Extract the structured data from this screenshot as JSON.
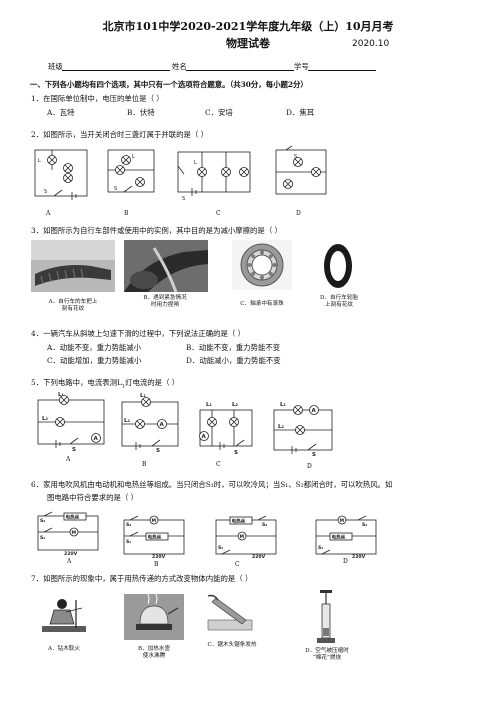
{
  "header": {
    "title": "北京市101中学2020-2021学年度九年级（上）10月月考",
    "subject": "物理试卷",
    "date": "2020.10",
    "class_label": "班级",
    "name_label": "姓名",
    "id_label": "学号"
  },
  "section1": {
    "heading": "一、下列各小题均有四个选项，其中只有一个选项符合题意。（共30分，每小题2分）"
  },
  "q1": {
    "stem": "1．在国际单位制中，电压的单位是（    ）",
    "options": [
      "A．瓦特",
      "B．伏特",
      "C．安培",
      "D．焦耳"
    ]
  },
  "q2": {
    "stem": "2．如图所示，当开关闭合时三盏灯属于并联的是（    ）",
    "labels": [
      "A",
      "B",
      "C",
      "D"
    ]
  },
  "q3": {
    "stem": "3．如图所示为自行车部件或使用中的实例，其中目的是为减小摩擦的是（    ）",
    "captions": [
      [
        "A．自行车的车把上",
        "刻有花纹"
      ],
      [
        "B．遇到紧急情况",
        "时用力捏闸"
      ],
      [
        "C．轴承中有滚珠"
      ],
      [
        "D．自行车轮胎",
        "上刻有花纹"
      ]
    ]
  },
  "q4": {
    "stem": "4．一辆汽车从斜坡上匀速下滑的过程中，下列说法正确的是（    ）",
    "options": [
      "A．动能不变，重力势能减小",
      "B．动能不变，重力势能不变",
      "C．动能增加，重力势能减小",
      "D．动能减小，重力势能不变"
    ]
  },
  "q5": {
    "stem_pre": "5．下列电路中，电流表测L",
    "stem_sub": "1",
    "stem_post": "灯电流的是（    ）",
    "labels": [
      "A",
      "B",
      "C",
      "D"
    ]
  },
  "q6": {
    "line1": "6．家用电吹风机由电动机和电热丝等组成。当只闭合S₁时，可以吹冷风；当S₁、S₂都闭合时，可以吹热风。如",
    "line2": "图电路中符合要求的是（    ）",
    "labels": [
      "A",
      "B",
      "C",
      "D"
    ],
    "heater": "电热丝",
    "motor": "M",
    "voltage": "220V",
    "s1": "S₁",
    "s2": "S₂"
  },
  "q7": {
    "stem": "7．如图所示的现象中，属于用热传递的方式改变物体内能的是（    ）",
    "captions": [
      [
        "A．钻木取火"
      ],
      [
        "B．加热水壶",
        "使水沸腾"
      ],
      [
        "C．锯木头锯条发热"
      ],
      [
        "D．空气被压缩时",
        "“棉花”燃烧"
      ]
    ]
  }
}
